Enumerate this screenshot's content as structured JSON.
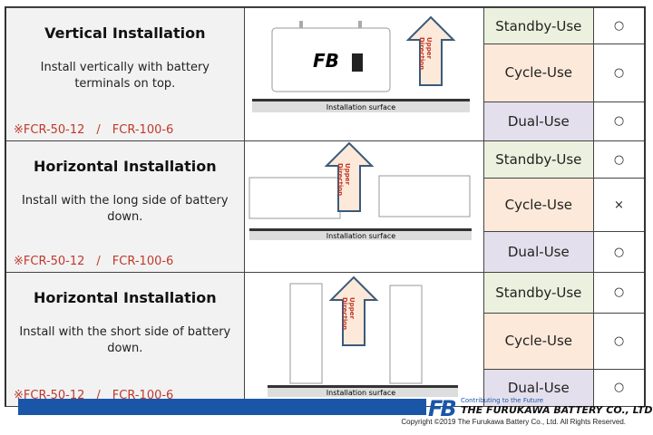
{
  "rows": [
    {
      "title": "Vertical Installation",
      "text": "Install vertically with battery terminals on top.",
      "models": "※FCR-50-12　/　FCR-100-6",
      "surface": "Installation surface",
      "arrow": [
        "Upper",
        "Direction"
      ],
      "uses": [
        {
          "label": "Standby-Use",
          "mark": "○"
        },
        {
          "label": "Cycle-Use",
          "mark": "○"
        },
        {
          "label": "Dual-Use",
          "mark": "○"
        }
      ]
    },
    {
      "title": "Horizontal Installation",
      "text": "Install with the long side of battery down.",
      "models": "※FCR-50-12　/　FCR-100-6",
      "surface": "Installation surface",
      "arrow": [
        "Upper",
        "Direction"
      ],
      "uses": [
        {
          "label": "Standby-Use",
          "mark": "○"
        },
        {
          "label": "Cycle-Use",
          "mark": "×"
        },
        {
          "label": "Dual-Use",
          "mark": "○"
        }
      ]
    },
    {
      "title": "Horizontal Installation",
      "text": "Install with the short side of battery down.",
      "models": "※FCR-50-12　/　FCR-100-6",
      "surface": "Installation surface",
      "arrow": [
        "Upper",
        "Direction"
      ],
      "uses": [
        {
          "label": "Standby-Use",
          "mark": "○"
        },
        {
          "label": "Cycle-Use",
          "mark": "○"
        },
        {
          "label": "Dual-Use",
          "mark": "○"
        }
      ]
    }
  ],
  "footer": {
    "logo": "FB",
    "tagline": "Contributing to the Future",
    "company": "THE FURUKAWA BATTERY CO., LTD.",
    "copyright": "Copyright ©2019 The Furukawa Battery Co., Ltd. All Rights Reserved."
  },
  "colors": {
    "brand": "#1a56a8",
    "standby": "#ebf1de",
    "cycle": "#fde9d9",
    "dual": "#e4dfec",
    "model": "#c0392b"
  }
}
